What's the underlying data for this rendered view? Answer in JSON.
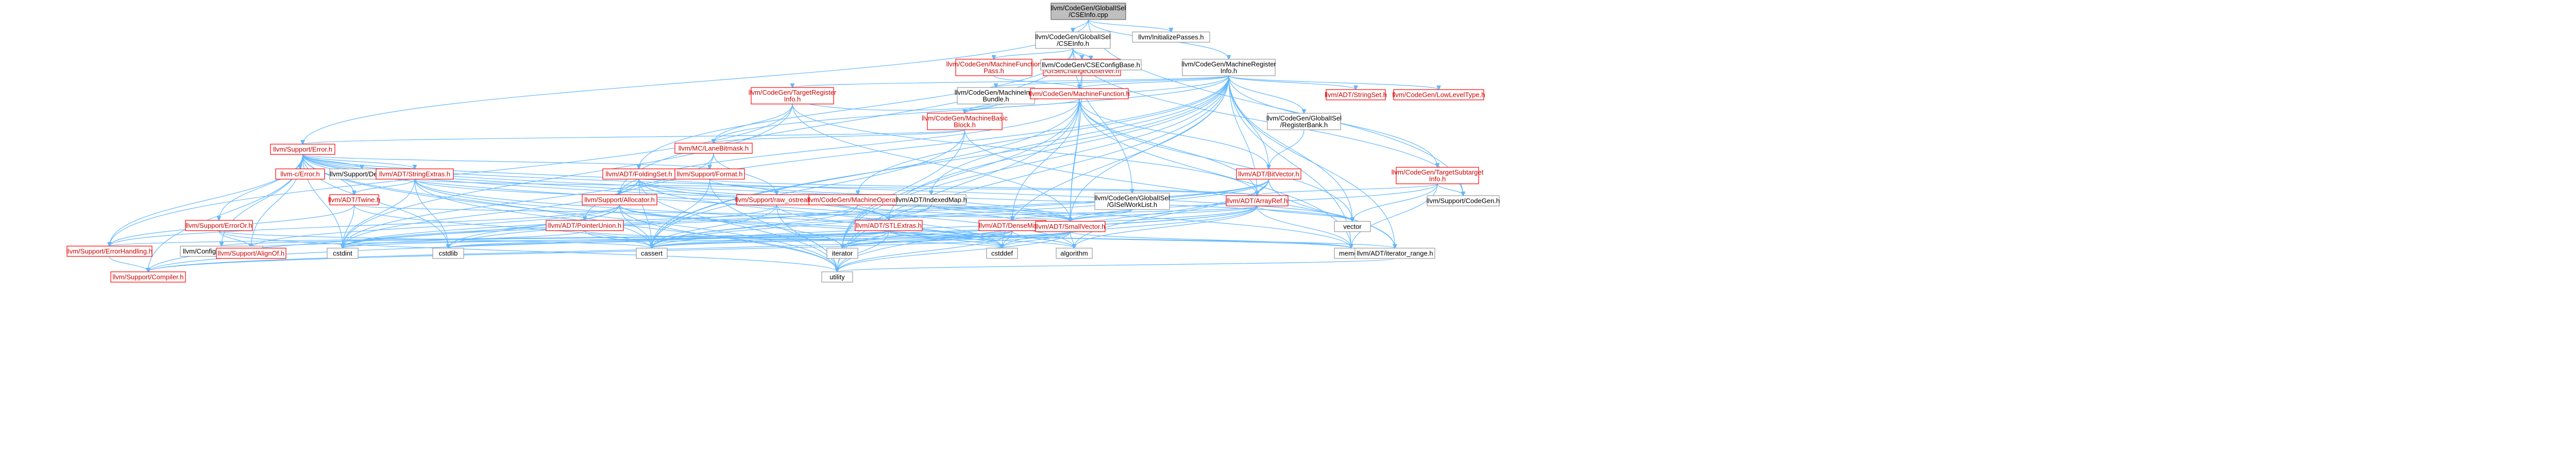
{
  "nodes": [
    {
      "id": "root",
      "lines": [
        "llvm/CodeGen/GlobalISel",
        "/CSEInfo.cpp"
      ],
      "style": "root"
    },
    {
      "id": "cseinfo_h",
      "lines": [
        "llvm/CodeGen/GlobalISel",
        "/CSEInfo.h"
      ],
      "style": "plain"
    },
    {
      "id": "initpasses",
      "lines": [
        "llvm/InitializePasses.h"
      ],
      "style": "plain"
    },
    {
      "id": "mfpass",
      "lines": [
        "llvm/CodeGen/MachineFunction",
        "Pass.h"
      ],
      "style": "red"
    },
    {
      "id": "gisel_obs",
      "lines": [
        "llvm/CodeGen/GlobalISel",
        "/GISelChangeObserver.h"
      ],
      "style": "red"
    },
    {
      "id": "cseconfig",
      "lines": [
        "llvm/CodeGen/CSEConfigBase.h"
      ],
      "style": "plain"
    },
    {
      "id": "mri",
      "lines": [
        "llvm/CodeGen/MachineRegister",
        "Info.h"
      ],
      "style": "plain"
    },
    {
      "id": "tri",
      "lines": [
        "llvm/CodeGen/TargetRegister",
        "Info.h"
      ],
      "style": "red"
    },
    {
      "id": "mibundle",
      "lines": [
        "llvm/CodeGen/MachineInstr",
        "Bundle.h"
      ],
      "style": "plain"
    },
    {
      "id": "mf",
      "lines": [
        "llvm/CodeGen/MachineFunction.h"
      ],
      "style": "red"
    },
    {
      "id": "stringset",
      "lines": [
        "llvm/ADT/StringSet.h"
      ],
      "style": "red"
    },
    {
      "id": "lowlevel",
      "lines": [
        "llvm/CodeGen/LowLevelType.h"
      ],
      "style": "red"
    },
    {
      "id": "mbb",
      "lines": [
        "llvm/CodeGen/MachineBasic",
        "Block.h"
      ],
      "style": "red"
    },
    {
      "id": "regbank",
      "lines": [
        "llvm/CodeGen/GlobalISel",
        "/RegisterBank.h"
      ],
      "style": "plain"
    },
    {
      "id": "laneb",
      "lines": [
        "llvm/MC/LaneBitmask.h"
      ],
      "style": "red"
    },
    {
      "id": "sup_error",
      "lines": [
        "llvm/Support/Error.h"
      ],
      "style": "red"
    },
    {
      "id": "c_error",
      "lines": [
        "llvm-c/Error.h"
      ],
      "style": "red"
    },
    {
      "id": "sup_debug",
      "lines": [
        "llvm/Support/Debug.h"
      ],
      "style": "plain"
    },
    {
      "id": "stringextras",
      "lines": [
        "llvm/ADT/StringExtras.h"
      ],
      "style": "red"
    },
    {
      "id": "foldingset",
      "lines": [
        "llvm/ADT/FoldingSet.h"
      ],
      "style": "red"
    },
    {
      "id": "sup_format",
      "lines": [
        "llvm/Support/Format.h"
      ],
      "style": "red"
    },
    {
      "id": "bitvector",
      "lines": [
        "llvm/ADT/BitVector.h"
      ],
      "style": "red"
    },
    {
      "id": "tsi",
      "lines": [
        "llvm/CodeGen/TargetSubtarget",
        "Info.h"
      ],
      "style": "red"
    },
    {
      "id": "twine",
      "lines": [
        "llvm/ADT/Twine.h"
      ],
      "style": "red"
    },
    {
      "id": "allocator",
      "lines": [
        "llvm/Support/Allocator.h"
      ],
      "style": "red"
    },
    {
      "id": "rawostream",
      "lines": [
        "llvm/Support/raw_ostream.h"
      ],
      "style": "red"
    },
    {
      "id": "mo",
      "lines": [
        "llvm/CodeGen/MachineOperand.h"
      ],
      "style": "red"
    },
    {
      "id": "indexedmap",
      "lines": [
        "llvm/ADT/IndexedMap.h"
      ],
      "style": "plain"
    },
    {
      "id": "gisel_worklist",
      "lines": [
        "llvm/CodeGen/GlobalISel",
        "/GISelWorkList.h"
      ],
      "style": "plain"
    },
    {
      "id": "arrayref",
      "lines": [
        "llvm/ADT/ArrayRef.h"
      ],
      "style": "red"
    },
    {
      "id": "codegen_h",
      "lines": [
        "llvm/Support/CodeGen.h"
      ],
      "style": "plain"
    },
    {
      "id": "erroror",
      "lines": [
        "llvm/Support/ErrorOr.h"
      ],
      "style": "red"
    },
    {
      "id": "pointerunion",
      "lines": [
        "llvm/ADT/PointerUnion.h"
      ],
      "style": "red"
    },
    {
      "id": "stlextras",
      "lines": [
        "llvm/ADT/STLExtras.h"
      ],
      "style": "red"
    },
    {
      "id": "densemap",
      "lines": [
        "llvm/ADT/DenseMap.h"
      ],
      "style": "red"
    },
    {
      "id": "smallvector",
      "lines": [
        "llvm/ADT/SmallVector.h"
      ],
      "style": "red"
    },
    {
      "id": "vector",
      "lines": [
        "vector"
      ],
      "style": "plain"
    },
    {
      "id": "errhandling",
      "lines": [
        "llvm/Support/ErrorHandling.h"
      ],
      "style": "red"
    },
    {
      "id": "config_abi",
      "lines": [
        "llvm/Config/abi-breaking.h"
      ],
      "style": "plain"
    },
    {
      "id": "alignof",
      "lines": [
        "llvm/Support/AlignOf.h"
      ],
      "style": "red"
    },
    {
      "id": "cstdint",
      "lines": [
        "cstdint"
      ],
      "style": "plain"
    },
    {
      "id": "cstdlib",
      "lines": [
        "cstdlib"
      ],
      "style": "plain"
    },
    {
      "id": "cassert",
      "lines": [
        "cassert"
      ],
      "style": "plain"
    },
    {
      "id": "iterator",
      "lines": [
        "iterator"
      ],
      "style": "plain"
    },
    {
      "id": "cstddef",
      "lines": [
        "cstddef"
      ],
      "style": "plain"
    },
    {
      "id": "algorithm",
      "lines": [
        "algorithm"
      ],
      "style": "plain"
    },
    {
      "id": "memory",
      "lines": [
        "memory"
      ],
      "style": "plain"
    },
    {
      "id": "iter_range",
      "lines": [
        "llvm/ADT/iterator_range.h"
      ],
      "style": "plain"
    },
    {
      "id": "compiler",
      "lines": [
        "llvm/Support/Compiler.h"
      ],
      "style": "red"
    },
    {
      "id": "utility",
      "lines": [
        "utility"
      ],
      "style": "plain"
    }
  ],
  "edges": [
    [
      "root",
      "cseinfo_h"
    ],
    [
      "root",
      "initpasses"
    ],
    [
      "root",
      "mri"
    ],
    [
      "root",
      "sup_error"
    ],
    [
      "root",
      "codegen_h"
    ],
    [
      "cseinfo_h",
      "mfpass"
    ],
    [
      "cseinfo_h",
      "gisel_obs"
    ],
    [
      "cseinfo_h",
      "cseconfig"
    ],
    [
      "cseinfo_h",
      "foldingset"
    ],
    [
      "cseinfo_h",
      "gisel_worklist"
    ],
    [
      "cseinfo_h",
      "allocator"
    ],
    [
      "cseinfo_h",
      "codegen_h"
    ],
    [
      "mfpass",
      "mf"
    ],
    [
      "gisel_obs",
      "mf"
    ],
    [
      "gisel_obs",
      "smallvector"
    ],
    [
      "mri",
      "tri"
    ],
    [
      "mri",
      "mibundle"
    ],
    [
      "mri",
      "mf"
    ],
    [
      "mri",
      "stringset"
    ],
    [
      "mri",
      "lowlevel"
    ],
    [
      "mri",
      "mbb"
    ],
    [
      "mri",
      "regbank"
    ],
    [
      "mri",
      "laneb"
    ],
    [
      "mri",
      "bitvector"
    ],
    [
      "mri",
      "tsi"
    ],
    [
      "mri",
      "mo"
    ],
    [
      "mri",
      "indexedmap"
    ],
    [
      "mri",
      "arrayref"
    ],
    [
      "mri",
      "pointerunion"
    ],
    [
      "mri",
      "stlextras"
    ],
    [
      "mri",
      "smallvector"
    ],
    [
      "mri",
      "vector"
    ],
    [
      "mri",
      "iterator"
    ],
    [
      "mri",
      "cassert"
    ],
    [
      "mri",
      "cstddef"
    ],
    [
      "mri",
      "memory"
    ],
    [
      "mri",
      "utility"
    ],
    [
      "mri",
      "iter_range"
    ],
    [
      "tri",
      "mf"
    ],
    [
      "tri",
      "laneb"
    ],
    [
      "tri",
      "arrayref"
    ],
    [
      "tri",
      "smallvector"
    ],
    [
      "tri",
      "cstdint"
    ],
    [
      "tri",
      "errhandling"
    ],
    [
      "mibundle",
      "mbb"
    ],
    [
      "mf",
      "mbb"
    ],
    [
      "mf",
      "bitvector"
    ],
    [
      "mf",
      "arrayref"
    ],
    [
      "mf",
      "densemap"
    ],
    [
      "mf",
      "smallvector"
    ],
    [
      "mf",
      "allocator"
    ],
    [
      "mf",
      "cassert"
    ],
    [
      "mf",
      "memory"
    ],
    [
      "mf",
      "utility"
    ],
    [
      "mf",
      "vector"
    ],
    [
      "mf",
      "iterator"
    ],
    [
      "mbb",
      "laneb"
    ],
    [
      "mbb",
      "sup_error"
    ],
    [
      "mbb",
      "iter_range"
    ],
    [
      "mbb",
      "iterator"
    ],
    [
      "mbb",
      "cassert"
    ],
    [
      "regbank",
      "bitvector"
    ],
    [
      "laneb",
      "sup_format"
    ],
    [
      "laneb",
      "rawostream"
    ],
    [
      "laneb",
      "cstdint"
    ],
    [
      "sup_error",
      "c_error"
    ],
    [
      "sup_error",
      "sup_debug"
    ],
    [
      "sup_error",
      "stringextras"
    ],
    [
      "sup_error",
      "twine"
    ],
    [
      "sup_error",
      "erroror"
    ],
    [
      "sup_error",
      "sup_format"
    ],
    [
      "sup_error",
      "rawostream"
    ],
    [
      "sup_error",
      "errhandling"
    ],
    [
      "sup_error",
      "alignof"
    ],
    [
      "sup_error",
      "config_abi"
    ],
    [
      "sup_error",
      "compiler"
    ],
    [
      "sup_error",
      "cstdint"
    ],
    [
      "sup_error",
      "cstdlib"
    ],
    [
      "sup_error",
      "cassert"
    ],
    [
      "sup_error",
      "memory"
    ],
    [
      "sup_error",
      "utility"
    ],
    [
      "sup_error",
      "vector"
    ],
    [
      "sup_error",
      "algorithm"
    ],
    [
      "sup_error",
      "smallvector"
    ],
    [
      "sup_error",
      "stlextras"
    ],
    [
      "stringextras",
      "arrayref"
    ],
    [
      "stringextras",
      "smallvector"
    ],
    [
      "stringextras",
      "twine"
    ],
    [
      "stringextras",
      "iterator"
    ],
    [
      "stringextras",
      "cstdint"
    ],
    [
      "stringextras",
      "cstddef"
    ],
    [
      "stringextras",
      "utility"
    ],
    [
      "stringextras",
      "cstdlib"
    ],
    [
      "foldingset",
      "allocator"
    ],
    [
      "foldingset",
      "smallvector"
    ],
    [
      "foldingset",
      "stlextras"
    ],
    [
      "foldingset",
      "cassert"
    ],
    [
      "foldingset",
      "cstdint"
    ],
    [
      "foldingset",
      "utility"
    ],
    [
      "foldingset",
      "cstddef"
    ],
    [
      "sup_format",
      "arrayref"
    ],
    [
      "sup_format",
      "cassert"
    ],
    [
      "sup_format",
      "utility"
    ],
    [
      "sup_format",
      "vector"
    ],
    [
      "bitvector",
      "arrayref"
    ],
    [
      "bitvector",
      "iter_range"
    ],
    [
      "bitvector",
      "algorithm"
    ],
    [
      "bitvector",
      "cassert"
    ],
    [
      "bitvector",
      "cstdint"
    ],
    [
      "bitvector",
      "utility"
    ],
    [
      "bitvector",
      "cstdlib"
    ],
    [
      "tsi",
      "arrayref"
    ],
    [
      "tsi",
      "smallvector"
    ],
    [
      "tsi",
      "codegen_h"
    ],
    [
      "tsi",
      "memory"
    ],
    [
      "tsi",
      "vector"
    ],
    [
      "twine",
      "smallvector"
    ],
    [
      "twine",
      "errhandling"
    ],
    [
      "twine",
      "cassert"
    ],
    [
      "twine",
      "cstdint"
    ],
    [
      "allocator",
      "compiler"
    ],
    [
      "allocator",
      "alignof"
    ],
    [
      "allocator",
      "errhandling"
    ],
    [
      "allocator",
      "cassert"
    ],
    [
      "allocator",
      "cstddef"
    ],
    [
      "allocator",
      "cstdlib"
    ],
    [
      "allocator",
      "utility"
    ],
    [
      "allocator",
      "algorithm"
    ],
    [
      "rawostream",
      "cassert"
    ],
    [
      "rawostream",
      "cstddef"
    ],
    [
      "rawostream",
      "cstdint"
    ],
    [
      "rawostream",
      "utility"
    ],
    [
      "mo",
      "densemap"
    ],
    [
      "mo",
      "cassert"
    ],
    [
      "mo",
      "cstdint"
    ],
    [
      "indexedmap",
      "stlextras"
    ],
    [
      "indexedmap",
      "smallvector"
    ],
    [
      "indexedmap",
      "cassert"
    ],
    [
      "gisel_worklist",
      "densemap"
    ],
    [
      "gisel_worklist",
      "smallvector"
    ],
    [
      "arrayref",
      "smallvector"
    ],
    [
      "arrayref",
      "stlextras"
    ],
    [
      "arrayref",
      "compiler"
    ],
    [
      "arrayref",
      "algorithm"
    ],
    [
      "arrayref",
      "cassert"
    ],
    [
      "arrayref",
      "cstddef"
    ],
    [
      "arrayref",
      "iterator"
    ],
    [
      "arrayref",
      "memory"
    ],
    [
      "arrayref",
      "vector"
    ],
    [
      "erroror",
      "alignof"
    ],
    [
      "erroror",
      "cassert"
    ],
    [
      "erroror",
      "utility"
    ],
    [
      "pointerunion",
      "cassert"
    ],
    [
      "pointerunion",
      "cstddef"
    ],
    [
      "pointerunion",
      "cstdint"
    ],
    [
      "stlextras",
      "iter_range"
    ],
    [
      "stlextras",
      "errhandling"
    ],
    [
      "stlextras",
      "config_abi"
    ],
    [
      "stlextras",
      "algorithm"
    ],
    [
      "stlextras",
      "cassert"
    ],
    [
      "stlextras",
      "cstddef"
    ],
    [
      "stlextras",
      "cstdint"
    ],
    [
      "stlextras",
      "cstdlib"
    ],
    [
      "stlextras",
      "iterator"
    ],
    [
      "stlextras",
      "memory"
    ],
    [
      "stlextras",
      "utility"
    ],
    [
      "densemap",
      "alignof"
    ],
    [
      "densemap",
      "compiler"
    ],
    [
      "densemap",
      "algorithm"
    ],
    [
      "densemap",
      "cassert"
    ],
    [
      "densemap",
      "cstddef"
    ],
    [
      "densemap",
      "iterator"
    ],
    [
      "densemap",
      "utility"
    ],
    [
      "smallvector",
      "compiler"
    ],
    [
      "smallvector",
      "algorithm"
    ],
    [
      "smallvector",
      "cassert"
    ],
    [
      "smallvector",
      "cstddef"
    ],
    [
      "smallvector",
      "cstdlib"
    ],
    [
      "smallvector",
      "iterator"
    ],
    [
      "smallvector",
      "memory"
    ],
    [
      "smallvector",
      "utility"
    ],
    [
      "errhandling",
      "compiler"
    ],
    [
      "iter_range",
      "utility"
    ]
  ]
}
